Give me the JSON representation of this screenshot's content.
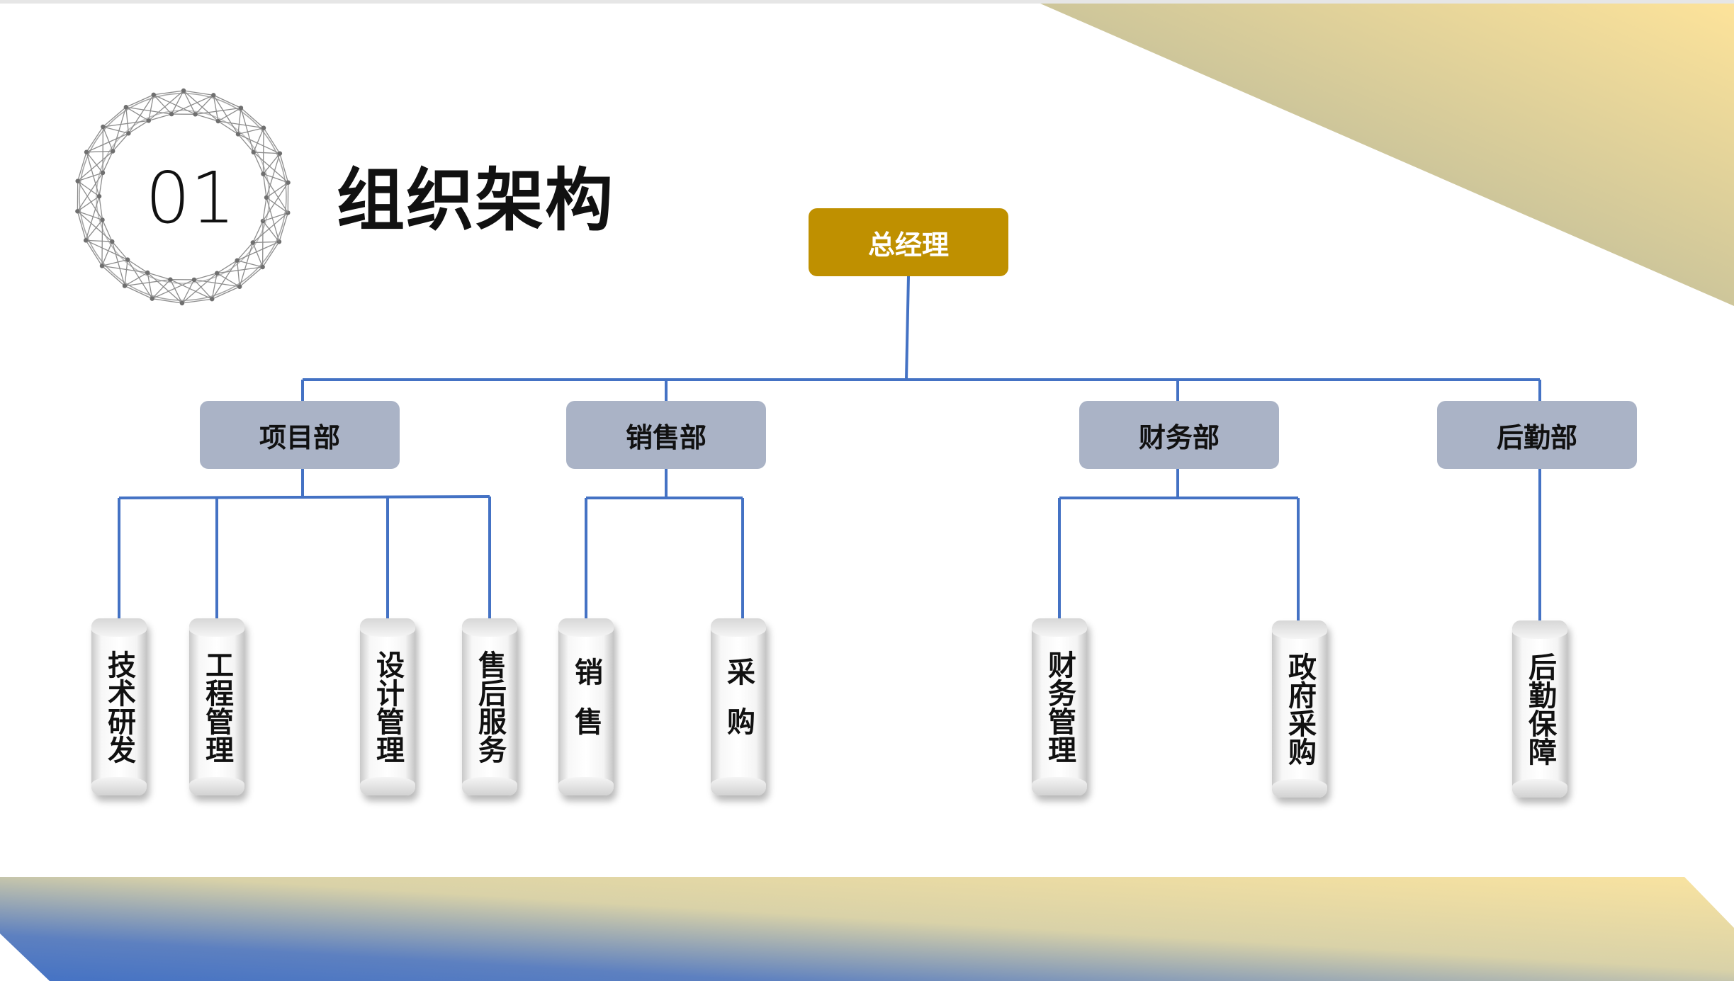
{
  "header": {
    "number": "01",
    "title": "组织架构"
  },
  "org": {
    "root": "总经理",
    "departments": [
      {
        "name": "项目部",
        "units": [
          "技术研发",
          "工程管理",
          "设计管理",
          "售后服务"
        ]
      },
      {
        "name": "销售部",
        "units": [
          "销售",
          "采购"
        ]
      },
      {
        "name": "财务部",
        "units": [
          "财务管理",
          "政府采购"
        ]
      },
      {
        "name": "后勤部",
        "units": [
          "后勤保障"
        ]
      }
    ]
  },
  "colors": {
    "root_box": "#bf9000",
    "dept_box": "#aab3c6",
    "connector": "#4472c4",
    "accent_gold": "#f7dc8f",
    "accent_blue": "#4472c4"
  },
  "icons": {
    "number_frame": "network-circle-icon"
  }
}
